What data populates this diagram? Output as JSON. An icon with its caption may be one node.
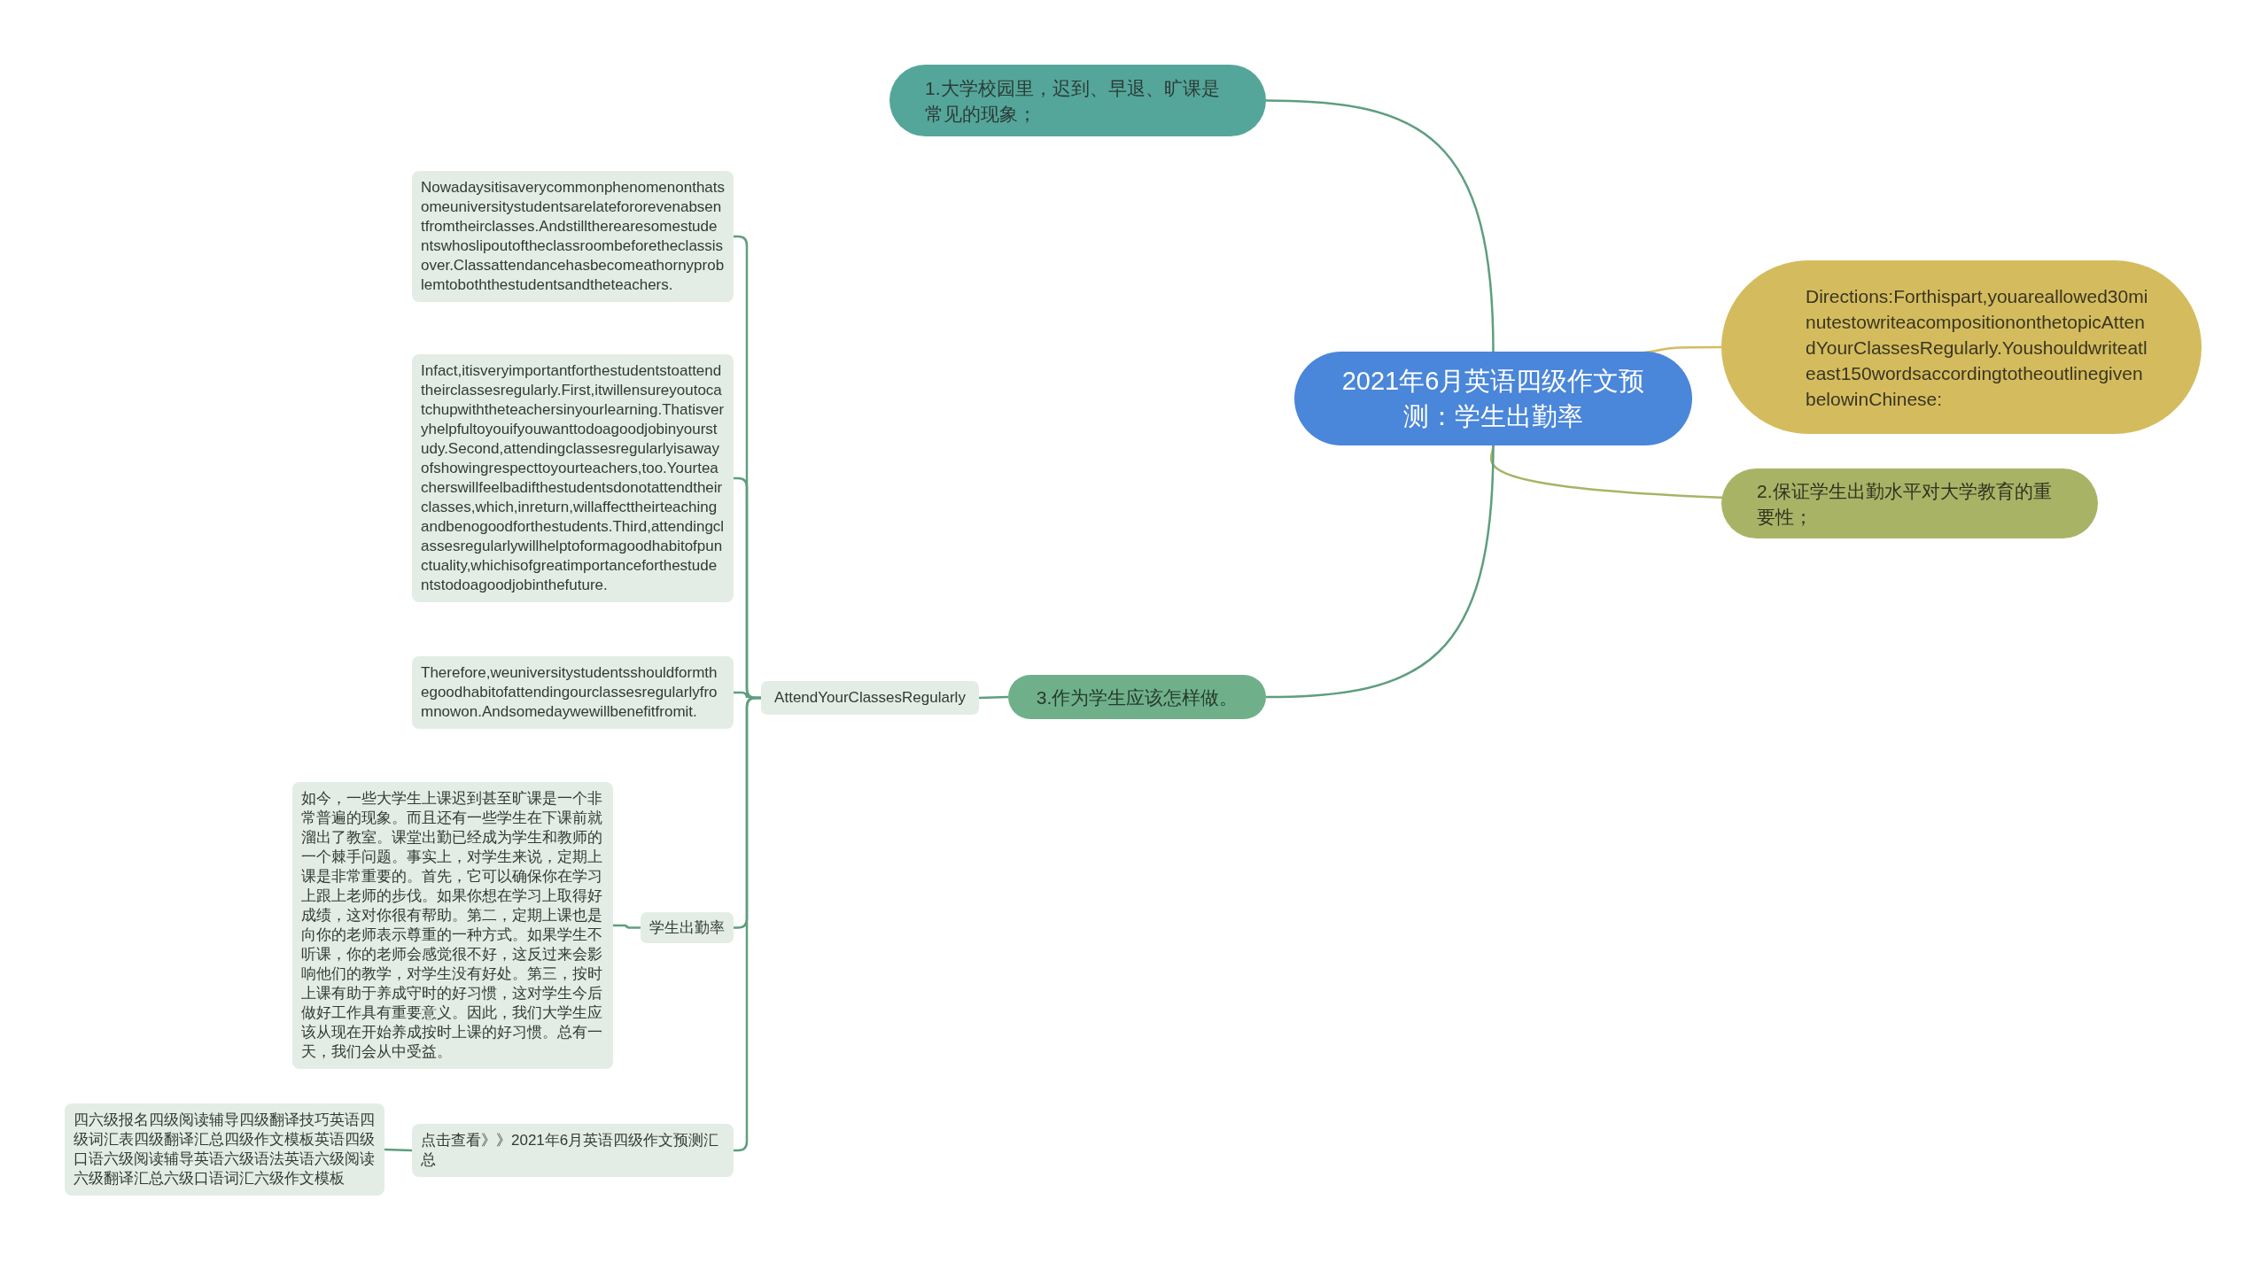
{
  "diagram": {
    "nodes": [
      {
        "text": [
          "2021年6月英语四级作文预测：学生出勤率"
        ]
      },
      {
        "text": [
          "1.大学校园里，迟到、早退、旷课是常见的现象；"
        ]
      },
      {
        "text": [
          "Directions:Forthispart,youareallowed30minutestowriteacompositiononthetopicAttendYourClassesRegularly.Youshouldwriteatleast150wordsaccordingtotheoutlinegivenbelowinChinese:"
        ]
      },
      {
        "text": [
          "2.保证学生出勤水平对大学教育的重要性；"
        ]
      },
      {
        "text": [
          "3.作为学生应该怎样做。"
        ]
      },
      {
        "text": [
          "AttendYourClassesRegularly"
        ]
      },
      {
        "text": [
          "Nowadaysitisaverycommonphenomenonthatsomeuniversitystudentsarelatefororevenabsentfromtheirclasses.Andstilltherearesomestudentswhoslipoutoftheclassroombeforetheclassisover.Classattendancehasbecomeathornyproblemtoboththestudentsandtheteachers."
        ]
      },
      {
        "text": [
          "Infact,itisveryimportantforthestudentstoattendtheirclassesregularly.First,itwillensureyoutocatchupwiththeteachersinyourlearning.Thatisveryhelpfultoyouifyouwanttodoagoodjobinyourstudy.Second,attendingclassesregularlyisawayofshowingrespecttoyourteachers,too.Yourteacherswillfeelbadifthestudentsdonotattendtheirclasses,which,inreturn,willaffecttheirteachingandbenogoodforthestudents.Third,attendingclassesregularlywillhelptoformagoodhabitofpunctuality,whichisofgreatimportanceforthestudentstodoagoodjobinthefuture."
        ]
      },
      {
        "text": [
          "Therefore,weuniversitystudentsshouldformthegoodhabitofattendingourclassesregularlyfromnowon.Andsomedaywewillbenefitfromit."
        ]
      },
      {
        "text": [
          "学生出勤率"
        ]
      },
      {
        "text": [
          "如今，一些大学生上课迟到甚至旷课是一个非常普遍的现象。而且还有一些学生在下课前就溜出了教室。课堂出勤已经成为学生和教师的一个棘手问题。事实上，对学生来说，定期上课是非常重要的。首先，它可以确保你在学习上跟上老师的步伐。如果你想在学习上取得好成绩，这对你很有帮助。第二，定期上课也是向你的老师表示尊重的一种方式。如果学生不听课，你的老师会感觉很不好，这反过来会影响他们的教学，对学生没有好处。第三，按时上课有助于养成守时的好习惯，这对学生今后做好工作具有重要意义。因此，我们大学生应该从现在开始养成按时上课的好习惯。总有一天，我们会从中受益。"
        ]
      },
      {
        "text": [
          "点击查看》》2021年6月英语四级作文预测汇总"
        ]
      },
      {
        "text": [
          "四六级报名四级阅读辅导四级翻译技巧英语四级词汇表四级翻译汇总四级作文模板英语四级口语六级阅读辅导英语六级语法英语六级阅读六级翻译汇总六级口语词汇六级作文模板"
        ]
      }
    ],
    "edges": [
      {
        "from": 0,
        "to": 1,
        "arrow": "none"
      },
      {
        "from": 0,
        "to": 2,
        "arrow": "none",
        "color": "#d4bc5e"
      },
      {
        "from": 0,
        "to": 3,
        "arrow": "none",
        "color": "#a9b366"
      },
      {
        "from": 0,
        "to": 4,
        "arrow": "none"
      },
      {
        "from": 4,
        "to": 5,
        "arrow": "none"
      },
      {
        "from": 5,
        "to": 6,
        "arrow": "none"
      },
      {
        "from": 5,
        "to": 7,
        "arrow": "none"
      },
      {
        "from": 5,
        "to": 8,
        "arrow": "none"
      },
      {
        "from": 5,
        "to": 9,
        "arrow": "none"
      },
      {
        "from": 5,
        "to": 11,
        "arrow": "none"
      },
      {
        "from": 9,
        "to": 10,
        "arrow": "none"
      },
      {
        "from": 11,
        "to": 12,
        "arrow": "none"
      }
    ]
  }
}
